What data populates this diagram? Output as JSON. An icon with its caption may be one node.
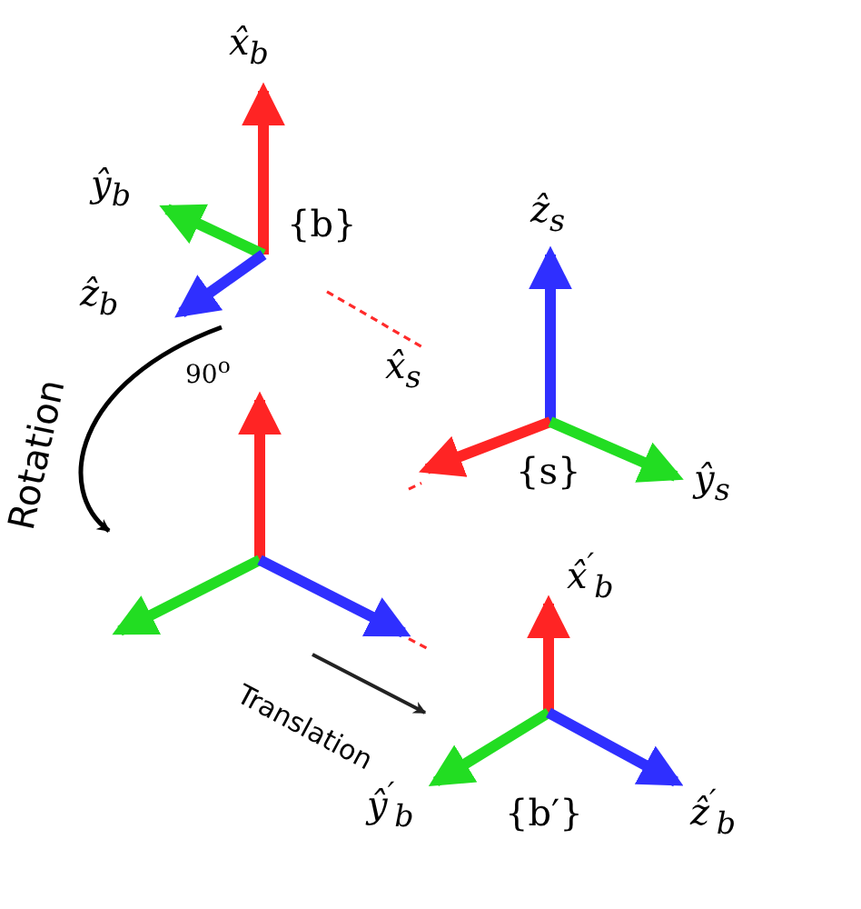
{
  "diagram": {
    "nodes": [
      {
        "text": [
          "{b}"
        ],
        "beside": [
          "x̂$_{b}$",
          "ŷ$_{b}$",
          "ẑ$_{b}$"
        ]
      },
      {
        "text": [],
        "shape": "axes"
      },
      {
        "text": [
          "{s}"
        ],
        "beside": [
          "ẑ$_{s}$",
          "x̂$_{s}$",
          "ŷ$_{s}$"
        ]
      },
      {
        "text": [
          "{b′}"
        ],
        "beside": [
          "x̂$^{′}$$_{b}$",
          "ŷ$^{′}$$_{b}$",
          "ẑ$^{′}$$_{b}$"
        ]
      }
    ],
    "edges": [
      {
        "from": 0,
        "to": 1,
        "arrow": "to",
        "label": "Rotation",
        "color": "#000000"
      },
      {
        "from": 0,
        "to": 2,
        "arrow": "none",
        "style": "dashed"
      },
      {
        "from": 1,
        "to": 2,
        "arrow": "none",
        "style": "dashed"
      },
      {
        "from": 1,
        "to": 3,
        "arrow": "none",
        "style": "dashed"
      }
    ],
    "labels": [
      "90$^{o}$",
      "Translation"
    ]
  }
}
